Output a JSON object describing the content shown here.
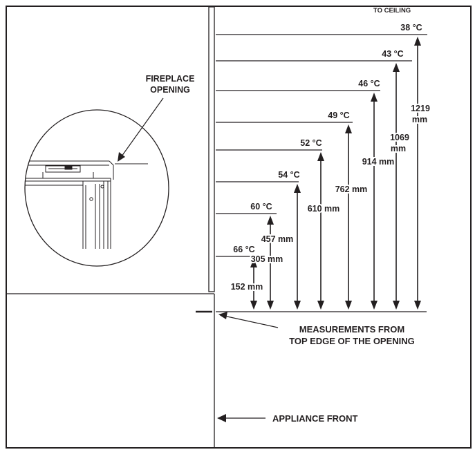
{
  "labels": {
    "to_ceiling": "TO CEILING",
    "fireplace_opening_line1": "FIREPLACE",
    "fireplace_opening_line2": "OPENING",
    "measurements_line1": "MEASUREMENTS FROM",
    "measurements_line2": "TOP EDGE OF THE OPENING",
    "appliance_front": "APPLIANCE FRONT"
  },
  "levels": [
    {
      "temp": "66 °C",
      "distance_lines": [
        "152 mm"
      ],
      "distance_mm": 152
    },
    {
      "temp": "60 °C",
      "distance_lines": [
        "305 mm"
      ],
      "distance_mm": 305
    },
    {
      "temp": "54 °C",
      "distance_lines": [
        "457 mm"
      ],
      "distance_mm": 457
    },
    {
      "temp": "52 °C",
      "distance_lines": [
        "610 mm"
      ],
      "distance_mm": 610
    },
    {
      "temp": "49 °C",
      "distance_lines": [
        "762 mm"
      ],
      "distance_mm": 762
    },
    {
      "temp": "46 °C",
      "distance_lines": [
        "914 mm"
      ],
      "distance_mm": 914
    },
    {
      "temp": "43 °C",
      "distance_lines": [
        "1069",
        "mm"
      ],
      "distance_mm": 1069
    },
    {
      "temp": "38 °C",
      "distance_lines": [
        "1219",
        "mm"
      ],
      "distance_mm": 1219
    }
  ],
  "colors": {
    "line": "#231f20",
    "background": "#ffffff"
  }
}
